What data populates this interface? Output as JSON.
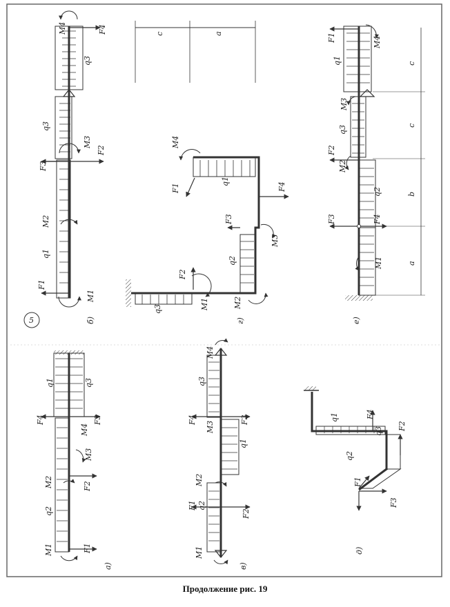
{
  "caption": "Продолжение рис. 19",
  "variant_number": "5",
  "sections": [
    {
      "id": "a",
      "tag": "а)"
    },
    {
      "id": "b",
      "tag": "б)"
    },
    {
      "id": "v",
      "tag": "в)"
    },
    {
      "id": "g",
      "tag": "г)"
    },
    {
      "id": "d",
      "tag": "д)"
    },
    {
      "id": "e",
      "tag": "е)"
    }
  ],
  "symbols": {
    "F1": "F1",
    "F2": "F2",
    "F3": "F3",
    "F4": "F4",
    "M1": "M1",
    "M2": "M2",
    "M3": "M3",
    "M4": "M4",
    "q1": "q1",
    "q2": "q2",
    "q3": "q3"
  },
  "dimensions": {
    "a": "a",
    "b": "b",
    "c": "c"
  },
  "colors": {
    "ink": "#333333",
    "paper": "#ffffff",
    "frame": "#555555"
  }
}
